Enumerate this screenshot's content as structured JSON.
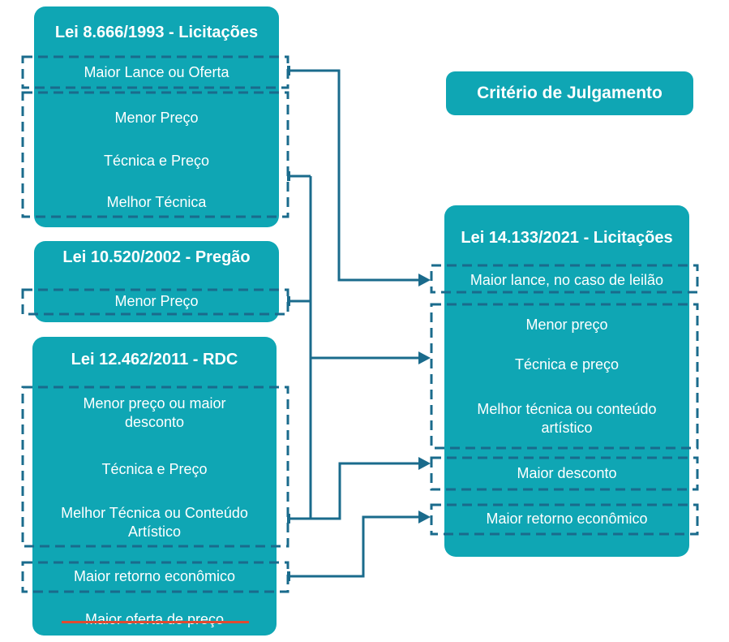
{
  "legend": {
    "title": "Critério de Julgamento"
  },
  "boxes": {
    "lei8666": {
      "header": "Lei 8.666/1993 - Licitações",
      "items": [
        "Maior Lance ou Oferta",
        "Menor Preço",
        "Técnica e Preço",
        "Melhor Técnica"
      ]
    },
    "lei10520": {
      "header": "Lei 10.520/2002 - Pregão",
      "items": [
        "Menor Preço"
      ]
    },
    "lei12462": {
      "header": "Lei 12.462/2011 - RDC",
      "items": [
        "Menor preço ou maior desconto",
        "Técnica e Preço",
        "Melhor Técnica ou Conteúdo Artístico",
        "Maior retorno econômico",
        "Maior oferta de preço"
      ]
    },
    "lei14133": {
      "header": "Lei 14.133/2021 - Licitações",
      "items": [
        "Maior lance, no caso de leilão",
        "Menor preço",
        "Técnica e preço",
        "Melhor técnica ou conteúdo artístico",
        "Maior desconto",
        "Maior retorno econômico"
      ]
    }
  },
  "annotations": {
    "struck_item": "Maior oferta de preço"
  },
  "colors": {
    "box_fill": "#0FA6B4",
    "connector": "#1A6B8C",
    "strike": "#E04A31",
    "text": "#FFFFFF"
  }
}
